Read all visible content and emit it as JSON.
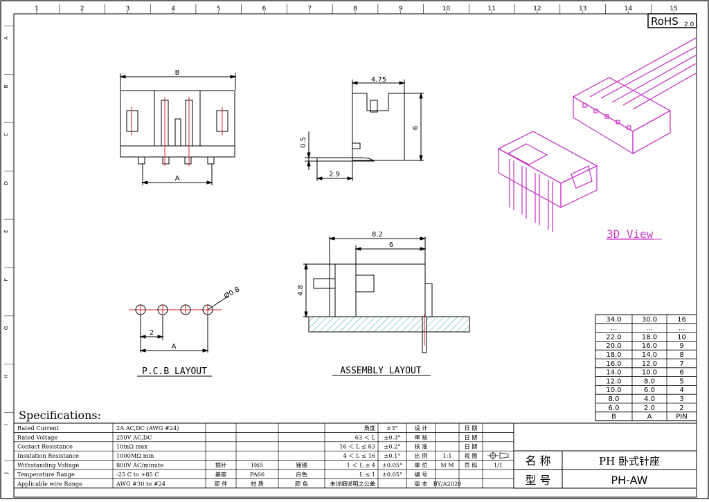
{
  "badge": {
    "rohs": "RoHS",
    "rohs_ver": "2.0"
  },
  "grid": {
    "cols": [
      "1",
      "2",
      "3",
      "4",
      "5",
      "6",
      "7",
      "8",
      "9",
      "10",
      "11",
      "12",
      "13",
      "14",
      "15"
    ],
    "rows": [
      "A",
      "B",
      "C",
      "D",
      "E",
      "F",
      "G",
      "H",
      "I",
      "J"
    ]
  },
  "views": {
    "front": {
      "dim_b": "B",
      "dim_a": "A"
    },
    "side": {
      "dim_top": "4.75",
      "dim_right": "6",
      "dim_left": "0.5",
      "dim_bottom": "2.9"
    },
    "view3d": {
      "label": "3D  View"
    },
    "pcb": {
      "dim_pitch": "2",
      "dim_a": "A",
      "dim_hole": "Ø0.8",
      "caption": "P.C.B  LAYOUT"
    },
    "assembly": {
      "dim_total": "8.2",
      "dim_body": "6",
      "dim_height": "4.8",
      "caption": "ASSEMBLY  LAYOUT"
    }
  },
  "pin_table": {
    "rows": [
      [
        "34.0",
        "30.0",
        "16"
      ],
      [
        "...",
        "...",
        "..."
      ],
      [
        "22.0",
        "18.0",
        "10"
      ],
      [
        "20.0",
        "16.0",
        "9"
      ],
      [
        "18.0",
        "14.0",
        "8"
      ],
      [
        "16.0",
        "12.0",
        "7"
      ],
      [
        "14.0",
        "10.0",
        "6"
      ],
      [
        "12.0",
        "8.0",
        "5"
      ],
      [
        "10.0",
        "6.0",
        "4"
      ],
      [
        "8.0",
        "4.0",
        "3"
      ],
      [
        "6.0",
        "2.0",
        "2"
      ]
    ],
    "header": [
      "B",
      "A",
      "PIN"
    ]
  },
  "specs": {
    "title": "Specifications:",
    "rows": [
      {
        "label": "Rated Current",
        "value": "2A AC,DC (AWG #24)",
        "m1": "",
        "m2": "",
        "m3": "",
        "angle": "角度",
        "tol": "±3°",
        "r1": "设 计",
        "r2": "",
        "r3": "日 期",
        "r4": ""
      },
      {
        "label": "Rated Voltage",
        "value": "250V AC,DC",
        "m1": "",
        "m2": "",
        "m3": "",
        "angle": "63 ＜ L",
        "tol": "±0.3°",
        "r1": "审 核",
        "r2": "",
        "r3": "日 期",
        "r4": ""
      },
      {
        "label": "Contact Resistance",
        "value": "10mΩ  max",
        "m1": "",
        "m2": "",
        "m3": "",
        "angle": "16 ＜ L ≤ 63",
        "tol": "±0.2°",
        "r1": "核 准",
        "r2": "",
        "r3": "日 期",
        "r4": ""
      },
      {
        "label": "Insulation Resistance",
        "value": "1000MΩ  min",
        "m1": "",
        "m2": "",
        "m3": "",
        "angle": "4 ＜ L ≤ 16",
        "tol": "±0.1°",
        "r1": "比 例",
        "r2": "1:1",
        "r3": "视 图",
        "r4": ""
      },
      {
        "label": "Withstanding Voltage",
        "value": "800V AC/minute",
        "m1": "插针",
        "m2": "H65",
        "m3": "镀锡",
        "angle": "1 ＜ L ≤ 4",
        "tol": "±0.05°",
        "r1": "单 位",
        "r2": "M M",
        "r3": "页 码",
        "r4": "1/1"
      },
      {
        "label": "Temperature Range",
        "value": "-25 C to +85 C",
        "m1": "基座",
        "m2": "PA66",
        "m3": "白色",
        "angle": "L ≤ 1",
        "tol": "±0.05°",
        "r1": "编 号",
        "r2": "",
        "r3": "",
        "r4": ""
      },
      {
        "label": "Applicable wire Range",
        "value": "AWG #30 to #24",
        "m1": "部 件",
        "m2": "材 质",
        "m3": "颜 色",
        "angle": "未详细说明之公差",
        "tol": "",
        "r1": "版 本",
        "r2": "BY/A2020",
        "r3": "",
        "r4": ""
      }
    ]
  },
  "title_block": {
    "name_label": "名 称",
    "name_value": "PH 卧式针座",
    "model_label": "型 号",
    "model_value": "PH-AW"
  },
  "colors": {
    "red": "#d42020",
    "pink": "#c83cc8",
    "hatch": "#2aa7a0",
    "line": "#000000"
  }
}
